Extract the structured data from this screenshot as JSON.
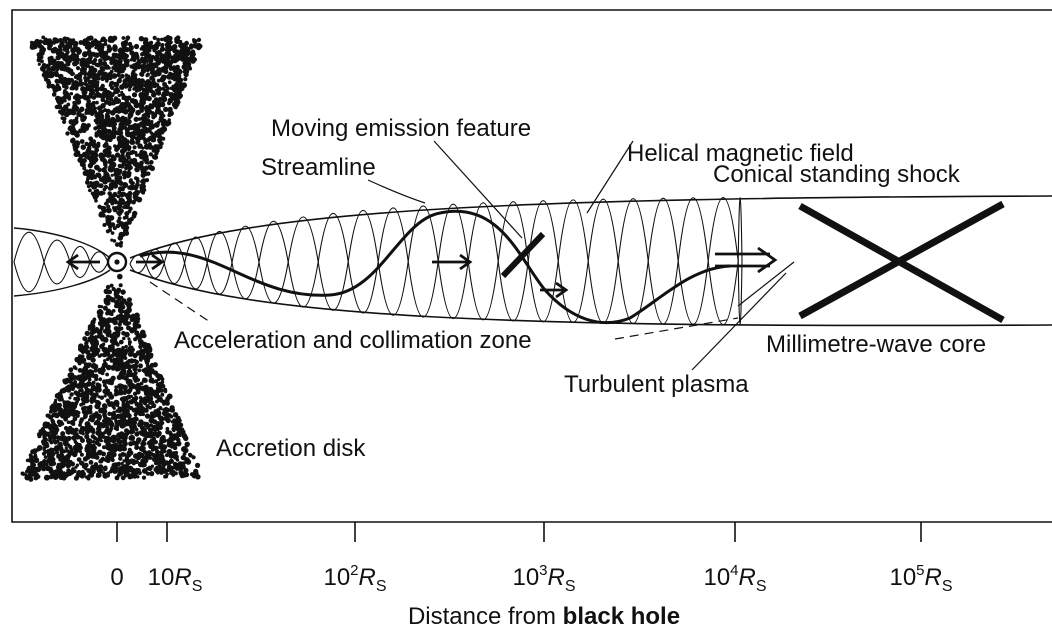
{
  "diagram": {
    "labels": {
      "moving_emission_feature": "Moving emission feature",
      "helical_magnetic_field": "Helical magnetic field",
      "streamline": "Streamline",
      "conical_standing_shock": "Conical standing shock",
      "acceleration_collimation_zone": "Acceleration and collimation zone",
      "millimetre_wave_core": "Millimetre-wave core",
      "turbulent_plasma": "Turbulent plasma",
      "accretion_disk": "Accretion disk"
    }
  },
  "axis": {
    "ticks": [
      {
        "base": "0",
        "exp": "",
        "unit": "",
        "unit_sub": ""
      },
      {
        "base": "10",
        "exp": "",
        "unit": "R",
        "unit_sub": "S"
      },
      {
        "base": "10",
        "exp": "2",
        "unit": "R",
        "unit_sub": "S"
      },
      {
        "base": "10",
        "exp": "3",
        "unit": "R",
        "unit_sub": "S"
      },
      {
        "base": "10",
        "exp": "4",
        "unit": "R",
        "unit_sub": "S"
      },
      {
        "base": "10",
        "exp": "5",
        "unit": "R",
        "unit_sub": "S"
      }
    ],
    "caption_prefix": "Distance from ",
    "caption_bold": "black hole"
  }
}
